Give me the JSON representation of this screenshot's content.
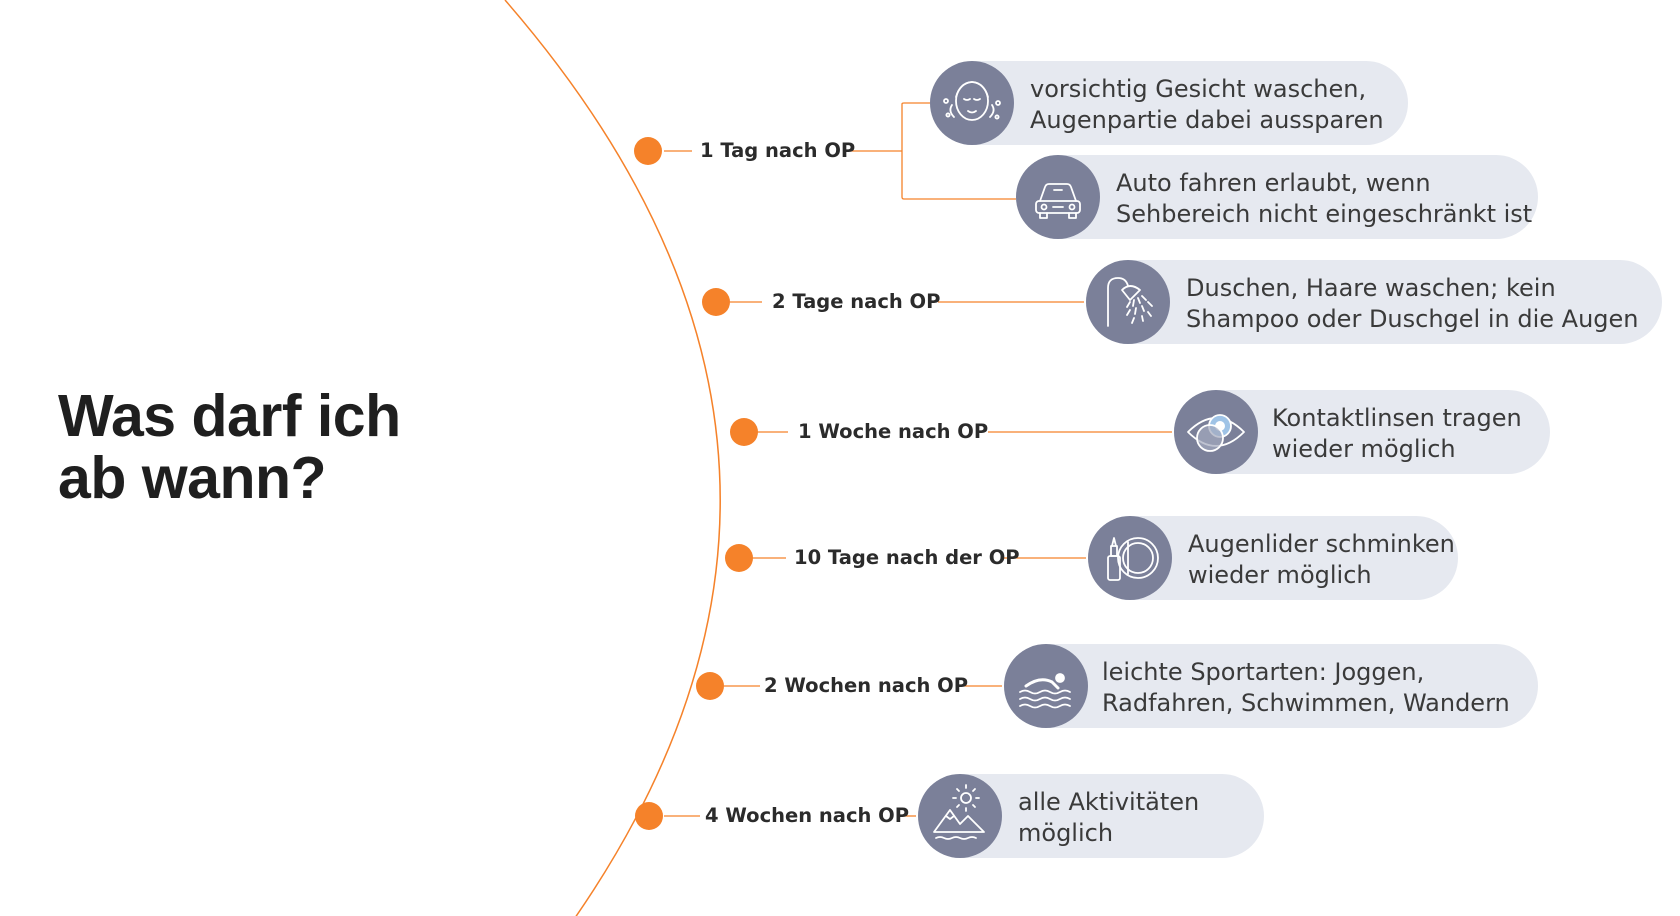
{
  "title": {
    "line1": "Was darf ich",
    "line2": "ab wann?"
  },
  "colors": {
    "accent": "#f5822a",
    "pill": "#e6e9f0",
    "icon_bg": "#7b8099"
  },
  "milestones": [
    {
      "label": "1 Tag nach OP",
      "items": [
        {
          "icon": "face-washing-icon",
          "line1": "vorsichtig Gesicht waschen,",
          "line2": "Augenpartie dabei aussparen"
        },
        {
          "icon": "car-icon",
          "line1": "Auto fahren erlaubt, wenn",
          "line2": "Sehbereich nicht eingeschränkt ist"
        }
      ]
    },
    {
      "label": "2 Tage nach OP",
      "items": [
        {
          "icon": "shower-icon",
          "line1": "Duschen, Haare waschen; kein",
          "line2": "Shampoo oder Duschgel in die Augen"
        }
      ]
    },
    {
      "label": "1 Woche nach OP",
      "items": [
        {
          "icon": "eye-contact-lens-icon",
          "line1": "Kontaktlinsen tragen",
          "line2": "wieder möglich"
        }
      ]
    },
    {
      "label": "10 Tage nach der OP",
      "items": [
        {
          "icon": "makeup-icon",
          "line1": "Augenlider schminken",
          "line2": "wieder möglich"
        }
      ]
    },
    {
      "label": "2 Wochen nach OP",
      "items": [
        {
          "icon": "swimmer-icon",
          "line1": "leichte Sportarten: Joggen,",
          "line2": "Radfahren, Schwimmen, Wandern"
        }
      ]
    },
    {
      "label": "4 Wochen nach OP",
      "items": [
        {
          "icon": "mountains-sun-icon",
          "line1": "alle Aktivitäten",
          "line2": "möglich"
        }
      ]
    }
  ]
}
